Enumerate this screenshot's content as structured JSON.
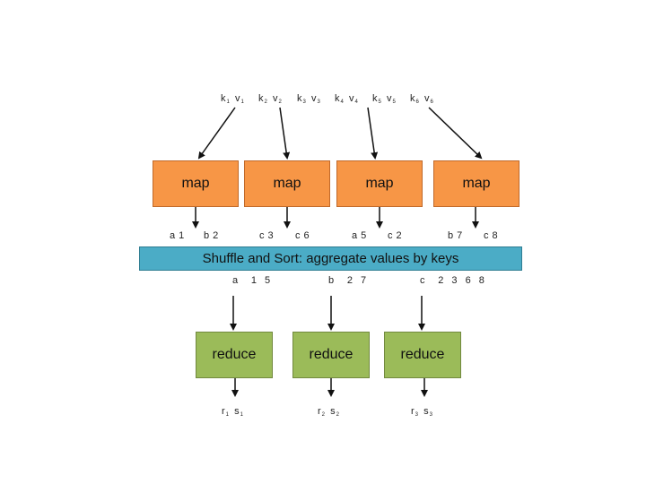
{
  "inputs": [
    {
      "k": "k",
      "ks": "1",
      "v": "v",
      "vs": "1"
    },
    {
      "k": "k",
      "ks": "2",
      "v": "v",
      "vs": "2"
    },
    {
      "k": "k",
      "ks": "3",
      "v": "v",
      "vs": "3"
    },
    {
      "k": "k",
      "ks": "4",
      "v": "v",
      "vs": "4"
    },
    {
      "k": "k",
      "ks": "5",
      "v": "v",
      "vs": "5"
    },
    {
      "k": "k",
      "ks": "6",
      "v": "v",
      "vs": "6"
    }
  ],
  "map_label": "map",
  "map_outputs": [
    {
      "text": "a 1"
    },
    {
      "text": "b 2"
    },
    {
      "text": "c 3"
    },
    {
      "text": "c 6"
    },
    {
      "text": "a 5"
    },
    {
      "text": "c 2"
    },
    {
      "text": "b 7"
    },
    {
      "text": "c 8"
    }
  ],
  "shuffle_label": "Shuffle and Sort: aggregate values by keys",
  "groups": [
    {
      "key": "a",
      "values": "1 5"
    },
    {
      "key": "b",
      "values": "2 7"
    },
    {
      "key": "c",
      "values": "2 3 6 8"
    }
  ],
  "reduce_label": "reduce",
  "outputs": [
    {
      "r": "r",
      "rs": "1",
      "s": "s",
      "ss": "1"
    },
    {
      "r": "r",
      "rs": "2",
      "s": "s",
      "ss": "2"
    },
    {
      "r": "r",
      "rs": "3",
      "s": "s",
      "ss": "3"
    }
  ],
  "colors": {
    "map": "#f79646",
    "reduce": "#9bbb59",
    "shuffle": "#4bacc6"
  }
}
